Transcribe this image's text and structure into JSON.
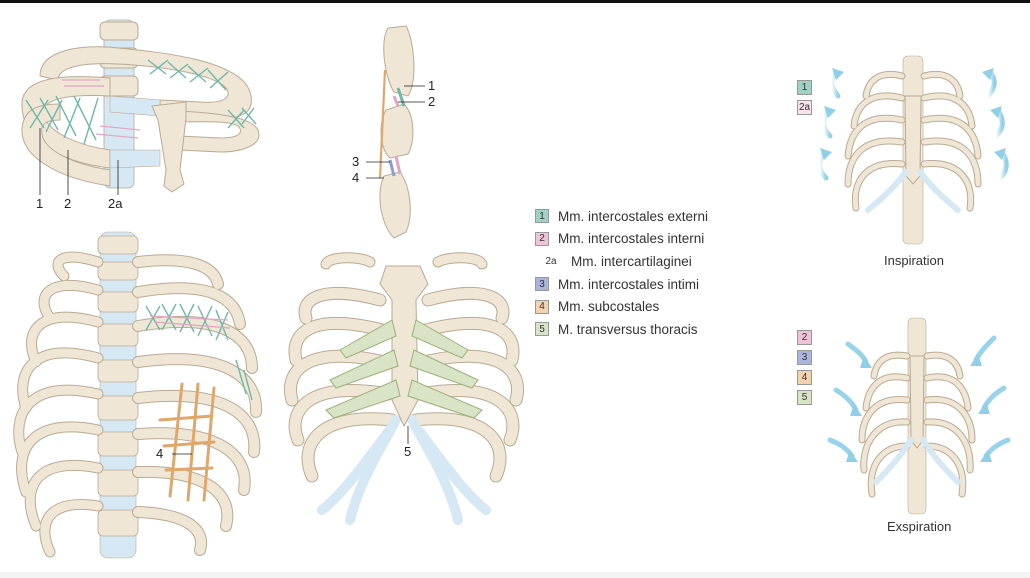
{
  "figure_labels": {
    "l1a": "1",
    "l2a": "2",
    "l2aa": "2a",
    "l1b": "1",
    "l2b": "2",
    "l3b": "3",
    "l4b": "4",
    "l4c": "4",
    "l5d": "5"
  },
  "legend": [
    {
      "code": "1",
      "text": "Mm. intercostales externi",
      "color": "#9fd1c7"
    },
    {
      "code": "2",
      "text": "Mm. intercostales interni",
      "color": "#eec2d7"
    },
    {
      "code": "2a",
      "text": "Mm. intercartilaginei",
      "color": "#ffffff"
    },
    {
      "code": "3",
      "text": "Mm. intercostales intimi",
      "color": "#aab4dc"
    },
    {
      "code": "4",
      "text": "Mm. subcostales",
      "color": "#f3d3ad"
    },
    {
      "code": "5",
      "text": "M. transversus thoracis",
      "color": "#d9e4c7"
    }
  ],
  "inspiration": {
    "caption": "Inspiration",
    "codes": [
      {
        "code": "1",
        "color": "#9fd1c7"
      },
      {
        "code": "2a",
        "color": "#f7e2ec"
      }
    ]
  },
  "expiration": {
    "caption": "Exspiration",
    "codes": [
      {
        "code": "2",
        "color": "#eec2d7"
      },
      {
        "code": "3",
        "color": "#aab4dc"
      },
      {
        "code": "4",
        "color": "#f3d3ad"
      },
      {
        "code": "5",
        "color": "#d9e4c7"
      }
    ]
  },
  "colors": {
    "bone": "#efe6d6",
    "bone_stroke": "#b9ab94",
    "cartilage": "#d6e8f3",
    "external": "#6fb8a8",
    "internal": "#e3a4c2",
    "intimi": "#8f9bd0",
    "subcostal": "#e0a66a",
    "transversus": "#b8cc98",
    "arrow": "#8fcfe8"
  }
}
